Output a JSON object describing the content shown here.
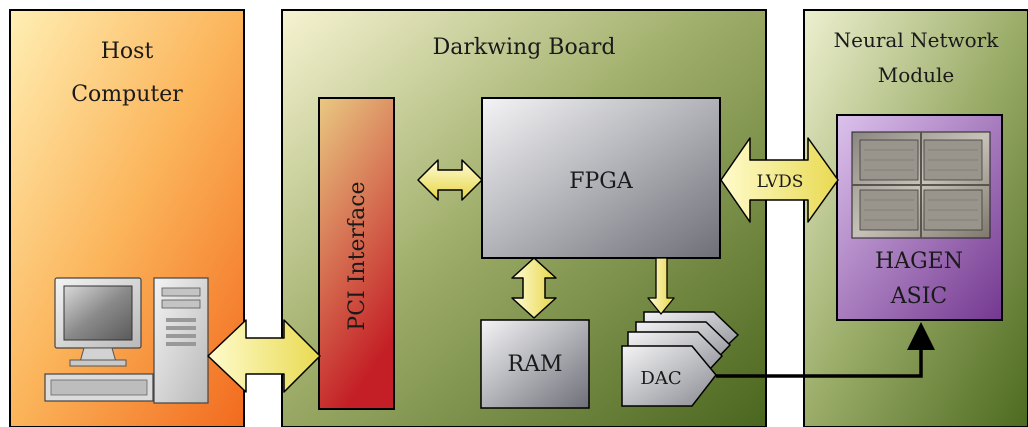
{
  "host": {
    "title_line1": "Host",
    "title_line2": "Computer"
  },
  "board": {
    "title": "Darkwing Board",
    "pci_label": "PCI Interface",
    "fpga_label": "FPGA",
    "ram_label": "RAM",
    "dac_label": "DAC",
    "lvds_label": "LVDS"
  },
  "module": {
    "title_line1": "Neural Network",
    "title_line2": "Module",
    "asic_line1": "HAGEN",
    "asic_line2": "ASIC"
  },
  "colors": {
    "host_light": "#ffe9a8",
    "host_dark": "#f47a22",
    "board_light": "#f3f0cc",
    "board_dark": "#4f6c22",
    "pci_light": "#e8c47a",
    "pci_dark": "#c8222a",
    "asic_light": "#d4b4e6",
    "asic_dark": "#7a3a96",
    "arrow_light": "#fffbd0",
    "arrow_dark": "#e8d850"
  }
}
